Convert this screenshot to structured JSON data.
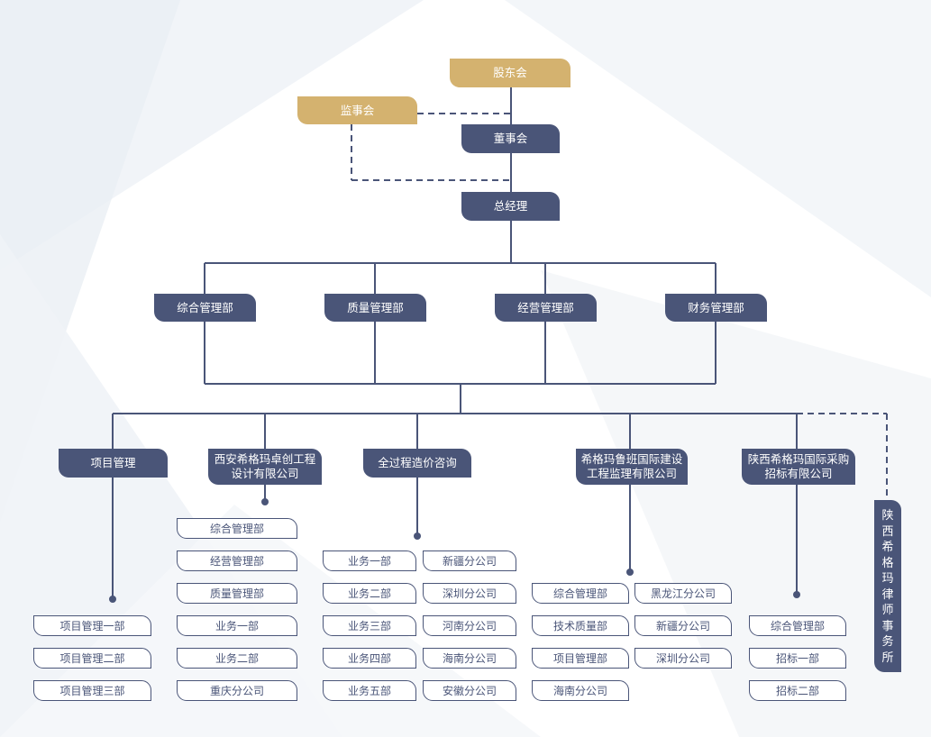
{
  "top": {
    "shareholders": "股东会",
    "supervisors": "监事会",
    "board": "董事会",
    "gm": "总经理"
  },
  "departments": [
    "综合管理部",
    "质量管理部",
    "经营管理部",
    "财务管理部"
  ],
  "branches": {
    "project": {
      "label": "项目管理",
      "children": [
        "项目管理一部",
        "项目管理二部",
        "项目管理三部"
      ]
    },
    "xian": {
      "label": "西安希格玛卓创工程\n设计有限公司",
      "children": [
        "综合管理部",
        "经营管理部",
        "质量管理部",
        "业务一部",
        "业务二部",
        "重庆分公司"
      ]
    },
    "cost": {
      "label": "全过程造价咨询",
      "children_left": [
        "业务一部",
        "业务二部",
        "业务三部",
        "业务四部",
        "业务五部"
      ],
      "children_right": [
        "新疆分公司",
        "深圳分公司",
        "河南分公司",
        "海南分公司",
        "安徽分公司"
      ]
    },
    "luban": {
      "label": "希格玛鲁班国际建设\n工程监理有限公司",
      "children_left": [
        "综合管理部",
        "技术质量部",
        "项目管理部",
        "海南分公司"
      ],
      "children_right": [
        "黑龙江分公司",
        "新疆分公司",
        "深圳分公司"
      ]
    },
    "procurement": {
      "label": "陕西希格玛国际采购\n招标有限公司",
      "children": [
        "综合管理部",
        "招标一部",
        "招标二部"
      ]
    },
    "law": {
      "label": "陕\n西\n希\n格\n玛\n律\n师\n事\n务\n所"
    }
  },
  "colors": {
    "navy": "#4a5578",
    "gold": "#d4b26f",
    "background": "#ffffff"
  }
}
